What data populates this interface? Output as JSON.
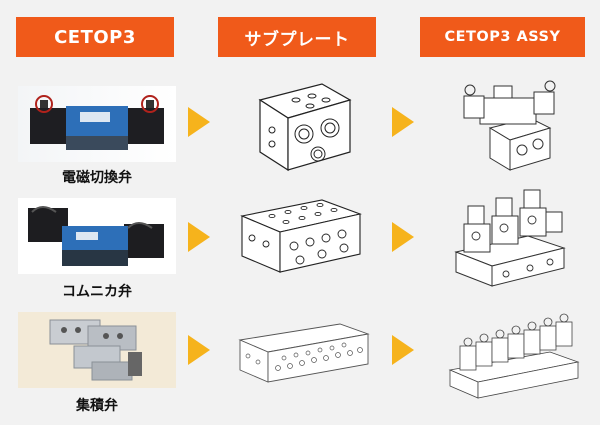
{
  "theme": {
    "header_bg": "#f05a1a",
    "arrow": "#f6b31c",
    "valve_blue": "#2d6fb8",
    "bg": "#f2f2f2"
  },
  "headers": {
    "col1": "CETOP3",
    "col2": "サブプレート",
    "col3": "CETOP3 ASSY"
  },
  "rows": [
    {
      "caption": "電磁切換弁"
    },
    {
      "caption": "コムニカ弁"
    },
    {
      "caption": "集積弁"
    }
  ],
  "icons": {
    "arrow": "arrow-right-icon"
  }
}
